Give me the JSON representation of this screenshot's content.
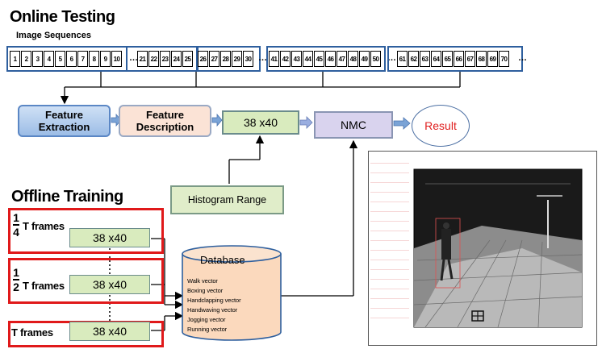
{
  "online": {
    "title": "Online Testing",
    "subtitle": "Image Sequences"
  },
  "sequence": {
    "group1": [
      "1",
      "2",
      "3",
      "4",
      "5",
      "6",
      "7",
      "8",
      "9",
      "10"
    ],
    "group2": [
      "21",
      "22",
      "23",
      "24",
      "25"
    ],
    "group3": [
      "26",
      "27",
      "28",
      "29",
      "30"
    ],
    "group4": [
      "41",
      "42",
      "43",
      "44",
      "45",
      "46",
      "47",
      "48",
      "49",
      "50"
    ],
    "group5": [
      "61",
      "62",
      "63",
      "64",
      "65",
      "66",
      "67",
      "68",
      "69",
      "70"
    ],
    "dots": "…"
  },
  "pipeline": {
    "feature_extraction": "Feature Extraction",
    "feature_description": "Feature Description",
    "size": "38 x40",
    "nmc": "NMC",
    "result": "Result",
    "histogram_range": "Histogram Range"
  },
  "offline": {
    "title": "Offline Training",
    "rows": [
      {
        "num": "1",
        "den": "4",
        "label": "T frames",
        "size": "38 x40"
      },
      {
        "num": "1",
        "den": "2",
        "label": "T frames",
        "size": "38 x40"
      },
      {
        "num": "",
        "den": "",
        "label": "T frames",
        "size": "38 x40"
      }
    ]
  },
  "database": {
    "label": "Database",
    "items": [
      "Walk vector",
      "Boxing vector",
      "Handclapping vector",
      "Handwaving vector",
      "Jogging vector",
      "Running vector"
    ]
  },
  "colors": {
    "red_frame": "#e0191a",
    "blue_frame": "#2e5f9e",
    "result_text": "#e01f1f"
  }
}
